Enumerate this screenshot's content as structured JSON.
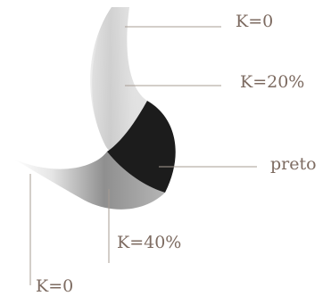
{
  "diagram": {
    "labels": {
      "k0_top": "K=0",
      "k20": "K=20%",
      "preto": "preto",
      "k40": "K=40%",
      "k0_bottom": "K=0"
    },
    "colors": {
      "label_text": "#7d6b61",
      "leader_line": "#a79c93",
      "preto_fill": "#1c1c1c",
      "light_gray": "#d9d9d9",
      "mid_gray": "#a9a9a9"
    }
  }
}
